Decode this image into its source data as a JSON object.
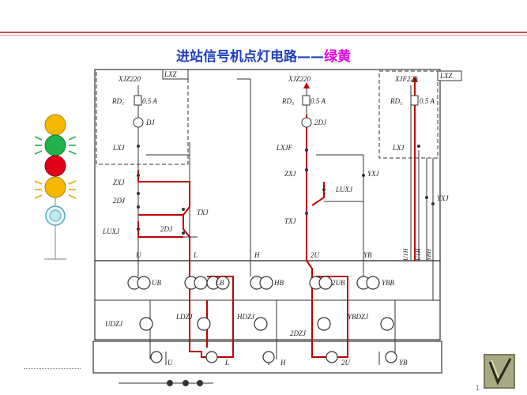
{
  "title": {
    "main": "进站信号机点灯电路——",
    "highlight": "绿黄"
  },
  "labels": {
    "lxz_left": "LXZ",
    "lxz_right": "LXZ",
    "xjz_left": "XJZ220",
    "xjz_mid": "XJZ220",
    "xjf_right": "XJF220",
    "rd1": "RD₁",
    "rd3": "RD₃",
    "rd5": "RD₅",
    "fuse_rating": "0.5 A",
    "dj": "DJ",
    "dj2": "2DJ",
    "lxj": "LXJ",
    "lxjf": "LXJF",
    "lxj_right": "LXJ",
    "zxj": "ZXJ",
    "zxj_mid": "ZXJ",
    "tdj2": "2DJ",
    "txj": "TXJ",
    "txj_mid": "TXJ",
    "luxj": "LUXJ",
    "luxj_mid": "LUXJ",
    "yxj": "YXJ",
    "yxj_right": "YXJ",
    "term_u": "U",
    "term_l": "L",
    "term_h": "H",
    "term_2u": "2U",
    "term_yb": "YB",
    "ub": "UB",
    "lb": "LB",
    "hb": "HB",
    "ub2": "2UB",
    "ybb": "YBB",
    "udzj": "UDZJ",
    "ldzj": "LDZJ",
    "hdzj": "HDZJ",
    "ybdzj": "YBDZJ",
    "dzj2": "2DZJ",
    "lamp_u": "U",
    "lamp_l": "L",
    "lamp_h": "H",
    "lamp_2u": "2U",
    "lamp_yb": "YB",
    "cable_1": "U1H",
    "cable_2": "U1H",
    "cable_3": "YBH",
    "pagenum": "1"
  },
  "colors": {
    "red_wire": "#c00000",
    "line": "#333333",
    "lamp_yellow": "#f5b800",
    "lamp_green": "#22b14c",
    "lamp_red": "#e0001a",
    "lamp_white": "#bfe8f0",
    "ray_yellow": "#f0a800",
    "ray_green": "#22b14c"
  }
}
